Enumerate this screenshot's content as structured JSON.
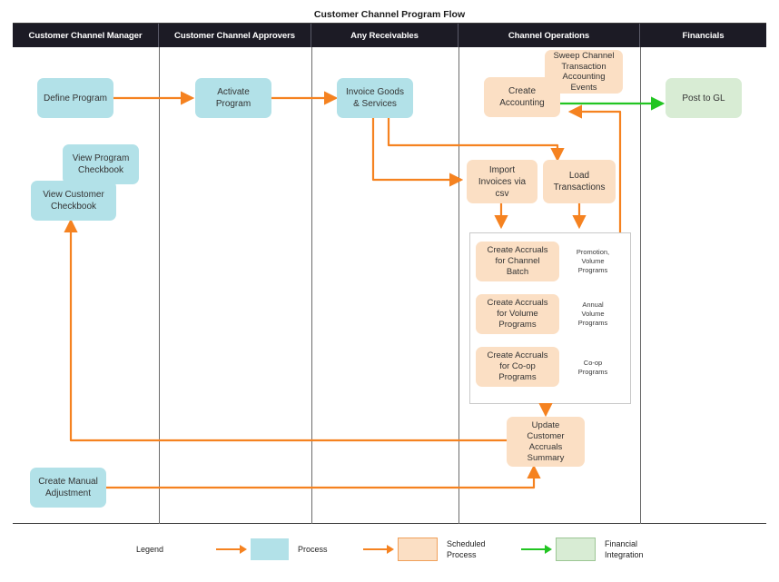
{
  "diagram": {
    "title": "Customer Channel Program Flow",
    "colors": {
      "process": "#b2e1e8",
      "scheduled": "#fbdfc4",
      "financial": "#d8ecd4",
      "orange_arrow": "#f58220",
      "green_arrow": "#22c522",
      "header_bg": "#1c1b25",
      "frame_border": "#3a3a3a"
    },
    "lanes": [
      {
        "id": "lane-customer-channel-manager",
        "label": "Customer Channel Manager"
      },
      {
        "id": "lane-customer-channel-approvers",
        "label": "Customer Channel Approvers"
      },
      {
        "id": "lane-any-receivables",
        "label": "Any Receivables"
      },
      {
        "id": "lane-channel-operations",
        "label": "Channel Operations"
      },
      {
        "id": "lane-financials",
        "label": "Financials"
      }
    ],
    "nodes": [
      {
        "id": "define-program",
        "label": "Define Program",
        "type": "process",
        "lane": "Customer Channel Manager"
      },
      {
        "id": "view-program-checkbook",
        "label": "View Program\nCheckbook",
        "type": "process",
        "lane": "Customer Channel Manager"
      },
      {
        "id": "view-customer-checkbook",
        "label": "View Customer\nCheckbook",
        "type": "process",
        "lane": "Customer Channel Manager"
      },
      {
        "id": "create-manual-adjustment",
        "label": "Create Manual\nAdjustment",
        "type": "process",
        "lane": "Customer Channel Manager"
      },
      {
        "id": "activate-program",
        "label": "Activate\nProgram",
        "type": "process",
        "lane": "Customer Channel Approvers"
      },
      {
        "id": "invoice-goods-and-services",
        "label": "Invoice Goods\n& Services",
        "type": "process",
        "lane": "Any Receivables"
      },
      {
        "id": "sweep-channel-transaction-accounting-events",
        "label": "Sweep Channel\nTransaction\nAccounting\nEvents",
        "type": "scheduled",
        "lane": "Channel Operations"
      },
      {
        "id": "create-accounting",
        "label": "Create\nAccounting",
        "type": "scheduled",
        "lane": "Channel Operations"
      },
      {
        "id": "import-invoices-via-csv",
        "label": "Import\nInvoices via\ncsv",
        "type": "scheduled",
        "lane": "Channel Operations"
      },
      {
        "id": "load-transactions",
        "label": "Load\nTransactions",
        "type": "scheduled",
        "lane": "Channel Operations"
      },
      {
        "id": "create-accruals-for-channel-batch",
        "label": "Create Accruals\nfor Channel\nBatch",
        "type": "scheduled",
        "lane": "Channel Operations"
      },
      {
        "id": "create-accruals-for-volume-programs",
        "label": "Create Accruals\nfor Volume\nPrograms",
        "type": "scheduled",
        "lane": "Channel Operations"
      },
      {
        "id": "create-accruals-for-co-op-programs",
        "label": "Create Accruals\nfor Co-op\nPrograms",
        "type": "scheduled",
        "lane": "Channel Operations"
      },
      {
        "id": "update-customer-accruals-summary",
        "label": "Update\nCustomer\nAccruals\nSummary",
        "type": "scheduled",
        "lane": "Channel Operations"
      },
      {
        "id": "post-to-gl",
        "label": "Post to GL",
        "type": "financial",
        "lane": "Financials"
      }
    ],
    "annotations": [
      {
        "id": "annot-channel-batch",
        "text": "Promotion,\nVolume\nPrograms"
      },
      {
        "id": "annot-volume-programs",
        "text": "Annual\nVolume\nPrograms"
      },
      {
        "id": "annot-co-op-programs",
        "text": "Co-op\nPrograms"
      }
    ],
    "legend": {
      "label": "Legend",
      "items": [
        {
          "id": "legend-process",
          "text": "Process",
          "swatch": "#b2e1e8",
          "arrow": "#f58220"
        },
        {
          "id": "legend-scheduled-process",
          "text": "Scheduled\nProcess",
          "swatch": "#fbdfc4",
          "arrow": "#f58220"
        },
        {
          "id": "legend-financial-integration",
          "text": "Financial\nIntegration",
          "swatch": "#d8ecd4",
          "arrow": "#22c522"
        }
      ]
    }
  }
}
